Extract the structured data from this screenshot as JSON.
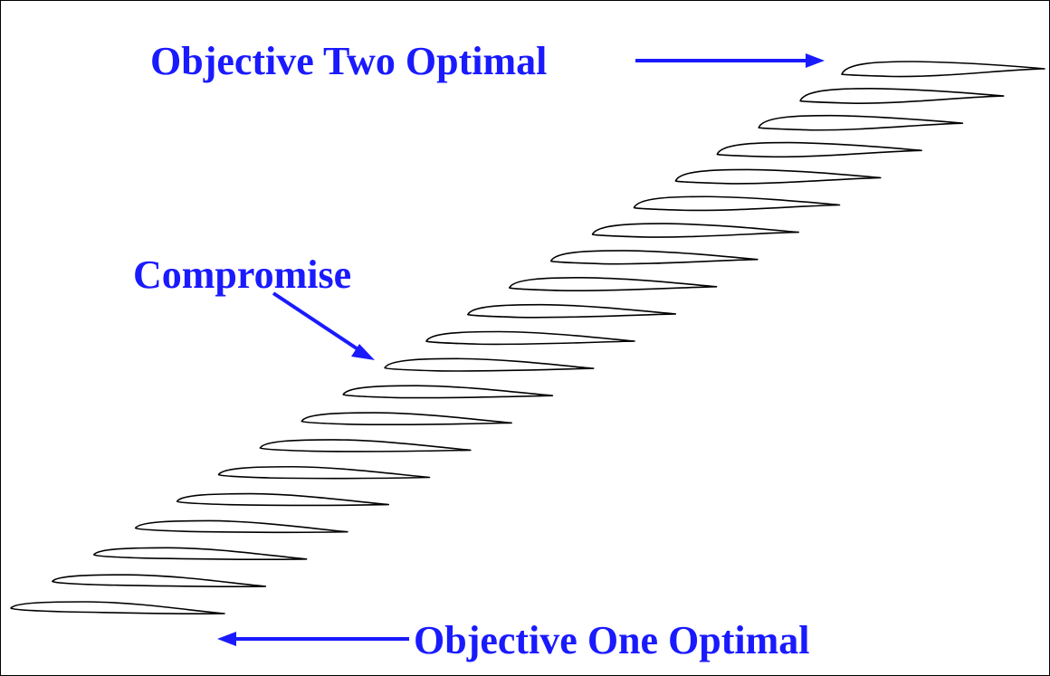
{
  "diagram": {
    "labels": {
      "objective_two": "Objective Two Optimal",
      "compromise": "Compromise",
      "objective_one": "Objective One Optimal"
    },
    "airfoil_count": 21,
    "colors": {
      "label": "#1a1aff",
      "outline": "#000000",
      "background": "#ffffff"
    }
  }
}
